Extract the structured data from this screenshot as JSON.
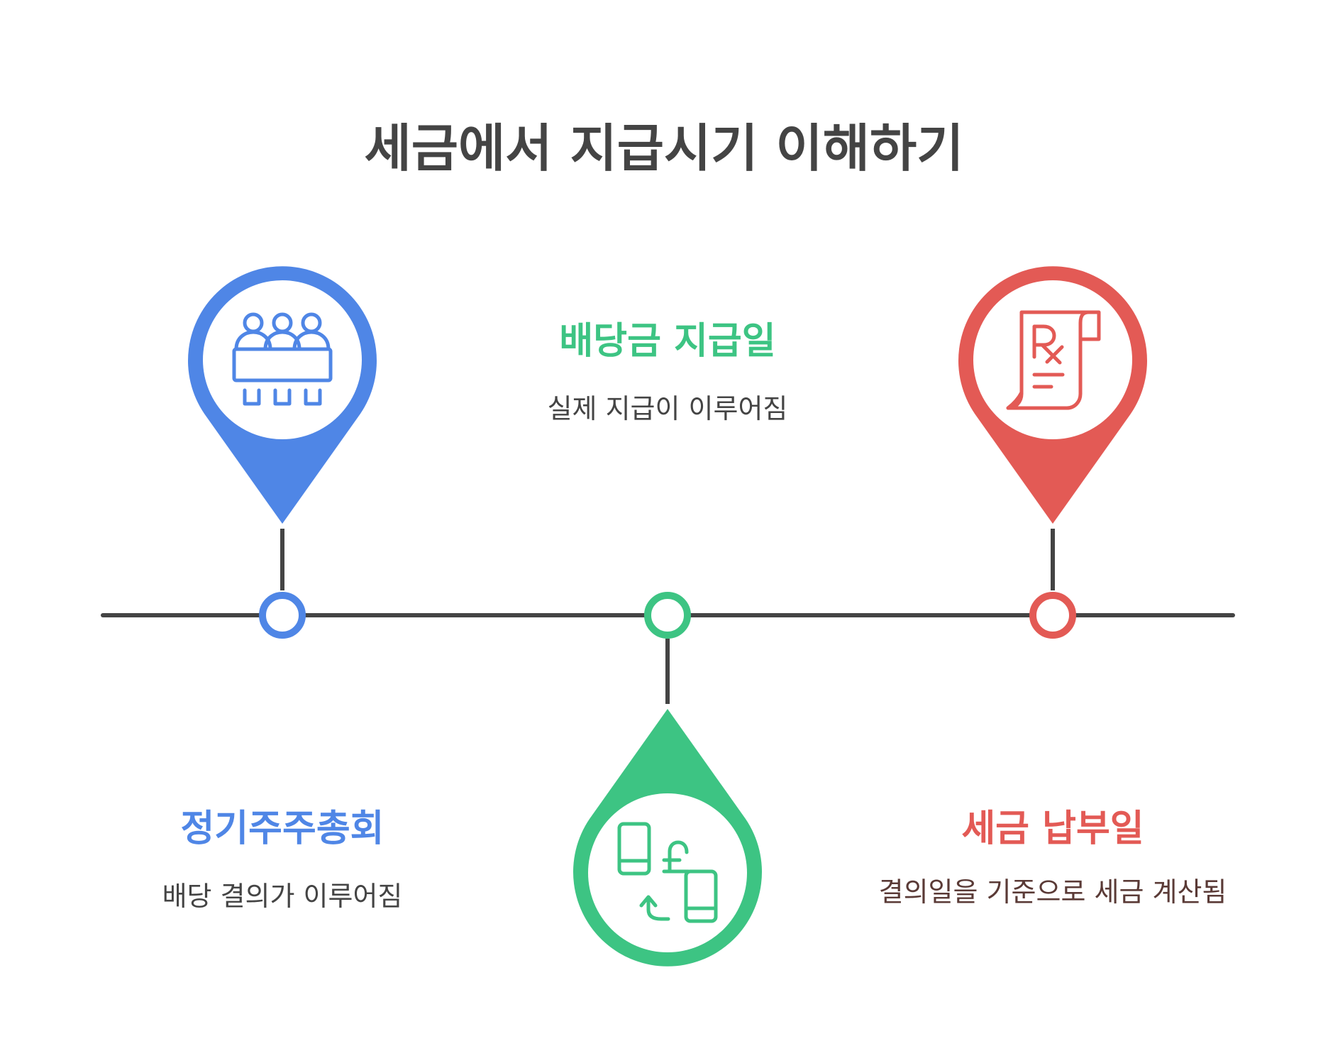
{
  "title": "세금에서 지급시기 이해하기",
  "colors": {
    "blue": "#4F86E6",
    "green": "#3DC483",
    "red": "#E35A55",
    "line": "#444444",
    "desc_brown": "#5A3A36"
  },
  "events": [
    {
      "label": "정기주주총회",
      "description": "배당 결의가 이루어짐",
      "icon": "meeting-table-icon",
      "color": "blue"
    },
    {
      "label": "배당금 지급일",
      "description": "실제 지급이 이루어짐",
      "icon": "pound-transfer-icon",
      "color": "green"
    },
    {
      "label": "세금 납부일",
      "description": "결의일을 기준으로 세금 계산됨",
      "icon": "tax-receipt-icon",
      "color": "red"
    }
  ]
}
